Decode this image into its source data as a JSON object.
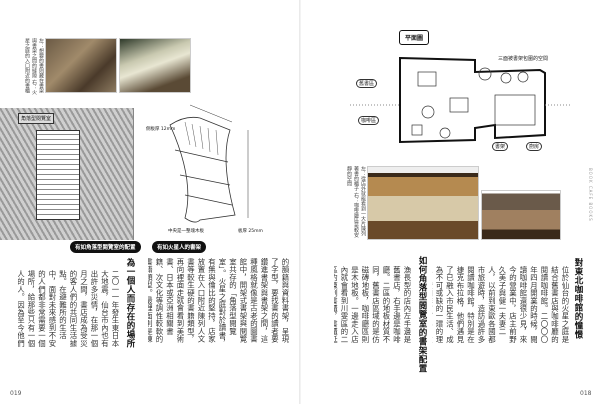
{
  "left_page": {
    "caption": "左：想要的書則藏在書架與書架之間的縫隙 右：火星之庭的入口附近的書櫃",
    "label_corner": "角落型閱覽室",
    "label_reading_layout": "有如角落型閱覽室的配置",
    "label_shelf": "有如火星人的書架",
    "shelf_dims": [
      "側板厚 12mm",
      "中央是一整塊木板",
      "板厚 25mm"
    ],
    "body_continued": "的韻籍與資料書架，呈現了字型，要找書的讀者要鑽進書架與書架之間，這種風格就像是古老的圖書館中，開架式書架與閱覽室共存的「角落型閱覽室」。火星之庭對於讀書，有無與倫比的堅持，店家放置在入口附近陳列人文書等較生硬的書籍類型，再向裡面走就會看到美術書、日本或亞洲相關書籍、次文化等調性較軟的書籍類型。最裡面則是陳列漫畫的書櫃。店主想放什麼類型的書，看書櫃就知道了，這個空間成為店家與讀者之間的橋樑。",
    "heading": "為一個人而存在的場所",
    "body": "二〇一一年發生東日本大地震，仙台市內也有出許多災情，在那一個月之間，書店成為受災的客人們的共同生活據點。在避難所的生活中，面對未來感到不安的人們都非常需要一個場所，給那些只有一個人的人。因為至今他們仍活用書店空間，支援那些生活窘迫的人，就像東歐的閱讀咖啡館是俄國人討論社會問題的場所一樣，火星之庭也一直是推動行動的據點。",
    "page_number": "019"
  },
  "right_page": {
    "floorplan_title": "平面圖",
    "floorplan_note": "三面被書架包圍的空間",
    "floorplan_labels": [
      "舊書區",
      "咖啡區",
      "書架",
      "廚房"
    ],
    "caption": "左：從店外就能看到一大片陳列著書的櫃子 右：咖啡廳區是較安靜的空間",
    "side_text": "BOOK CAFE BOOKS",
    "heading1": "對東北咖啡館的憧憬",
    "body1": "位於仙台的火星之庭是結合舊書店與咖啡廳的閱讀咖啡館。二〇〇〇年四月開業的時候，閱讀咖啡館還很少見，來今的營業中，店主前野久美子與健一夫妻二人，以前到東歐各國都市旅遊時，造訪過許多閱讀咖啡館，特別是在捷克布拉格，他們遇見了已融入市民生活、成為不可或缺的一環的理想閱讀咖啡館。為了在仙台開一家這樣的書店，他們決定了市內主要幹道旁的閒置店面，雖然離繁華區還有一點距離，不適合經營餐飲業，但開業至今也已經超過二十年，現在在老路線圈內，也是新書店逛逛。",
    "heading2": "如何角落型閱覽室的書架配置",
    "body2": "漁長型的店內左手邊是舊書店，右手邊是咖啡廳。二區的地板材質不同，舊書店區域的是仿磁磚地板，咖啡廳區則是木地板。一邊走入店內就會看到川雯區的二區的陳列書櫃，書櫃延伸到店內深處，彷彿是在火星表面行走的火星人一樣，有點讓人覺得也不失有趣。舊書店區的客左側有長",
    "page_number": "018"
  }
}
